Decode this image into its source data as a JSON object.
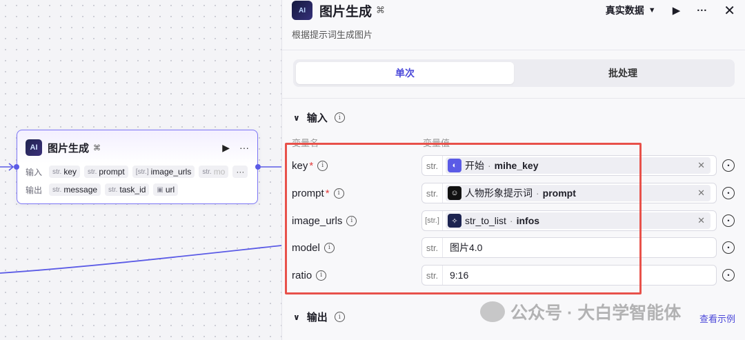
{
  "node": {
    "logo_text": "AI",
    "title": "图片生成",
    "input_label": "输入",
    "output_label": "输出",
    "inputs": [
      {
        "type": "str.",
        "name": "key"
      },
      {
        "type": "str.",
        "name": "prompt"
      },
      {
        "type": "[str.]",
        "name": "image_urls"
      },
      {
        "type": "str.",
        "name": "mo"
      }
    ],
    "outputs": [
      {
        "type": "str.",
        "name": "message"
      },
      {
        "type": "str.",
        "name": "task_id"
      },
      {
        "type": "▣",
        "name": "url"
      }
    ],
    "more": "···"
  },
  "panel": {
    "logo_text": "AI",
    "title": "图片生成",
    "data_mode": "真实数据",
    "subtitle": "根据提示词生成图片",
    "tabs": {
      "single": "单次",
      "batch": "批处理"
    },
    "input_section": "输入",
    "output_section": "输出",
    "col_name": "变量名",
    "col_value": "变量值",
    "params": [
      {
        "name": "key",
        "required": true,
        "type": "str.",
        "ref": {
          "source": "开始",
          "key": "mihe_key",
          "color": "#5b5be6"
        }
      },
      {
        "name": "prompt",
        "required": true,
        "type": "str.",
        "ref": {
          "source": "人物形象提示词",
          "key": "prompt",
          "color": "#111111"
        }
      },
      {
        "name": "image_urls",
        "required": false,
        "type": "[str.]",
        "ref": {
          "source": "str_to_list",
          "key": "infos",
          "color": "#1c2350"
        }
      },
      {
        "name": "model",
        "required": false,
        "type": "str.",
        "value": "图片4.0"
      },
      {
        "name": "ratio",
        "required": false,
        "type": "str.",
        "value": "9:16"
      }
    ],
    "example_link": "查看示例"
  },
  "watermark": "公众号 · 大白学智能体",
  "colors": {
    "accent": "#4a47d9",
    "node_border": "#7b74f5",
    "highlight": "#e8514a"
  }
}
